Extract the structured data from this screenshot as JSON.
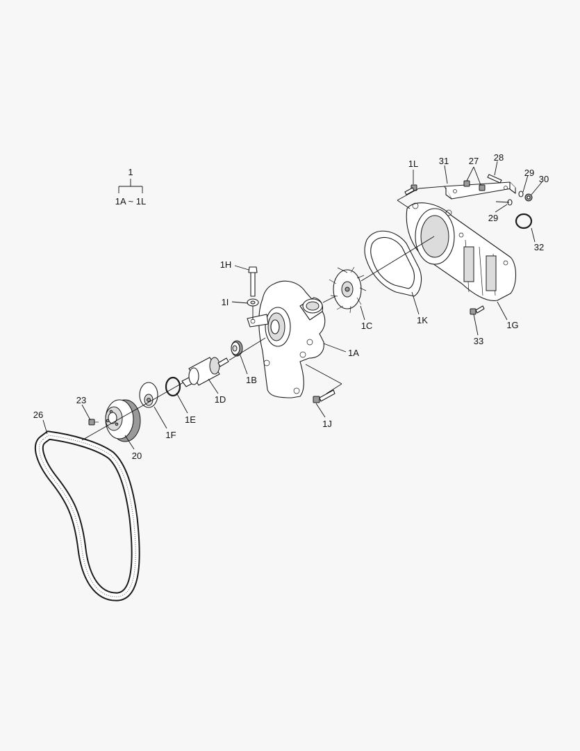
{
  "assembly": {
    "number": "1",
    "range": "1A ~ 1L"
  },
  "labels": {
    "1L": "1L",
    "31": "31",
    "27": "27",
    "28": "28",
    "29a": "29",
    "30": "30",
    "29b": "29",
    "32": "32",
    "1H": "1H",
    "1I": "1I",
    "1C": "1C",
    "1K": "1K",
    "1G": "1G",
    "33": "33",
    "1A": "1A",
    "1B": "1B",
    "1D": "1D",
    "1J": "1J",
    "23": "23",
    "26": "26",
    "1E": "1E",
    "1F": "1F",
    "20": "20"
  }
}
